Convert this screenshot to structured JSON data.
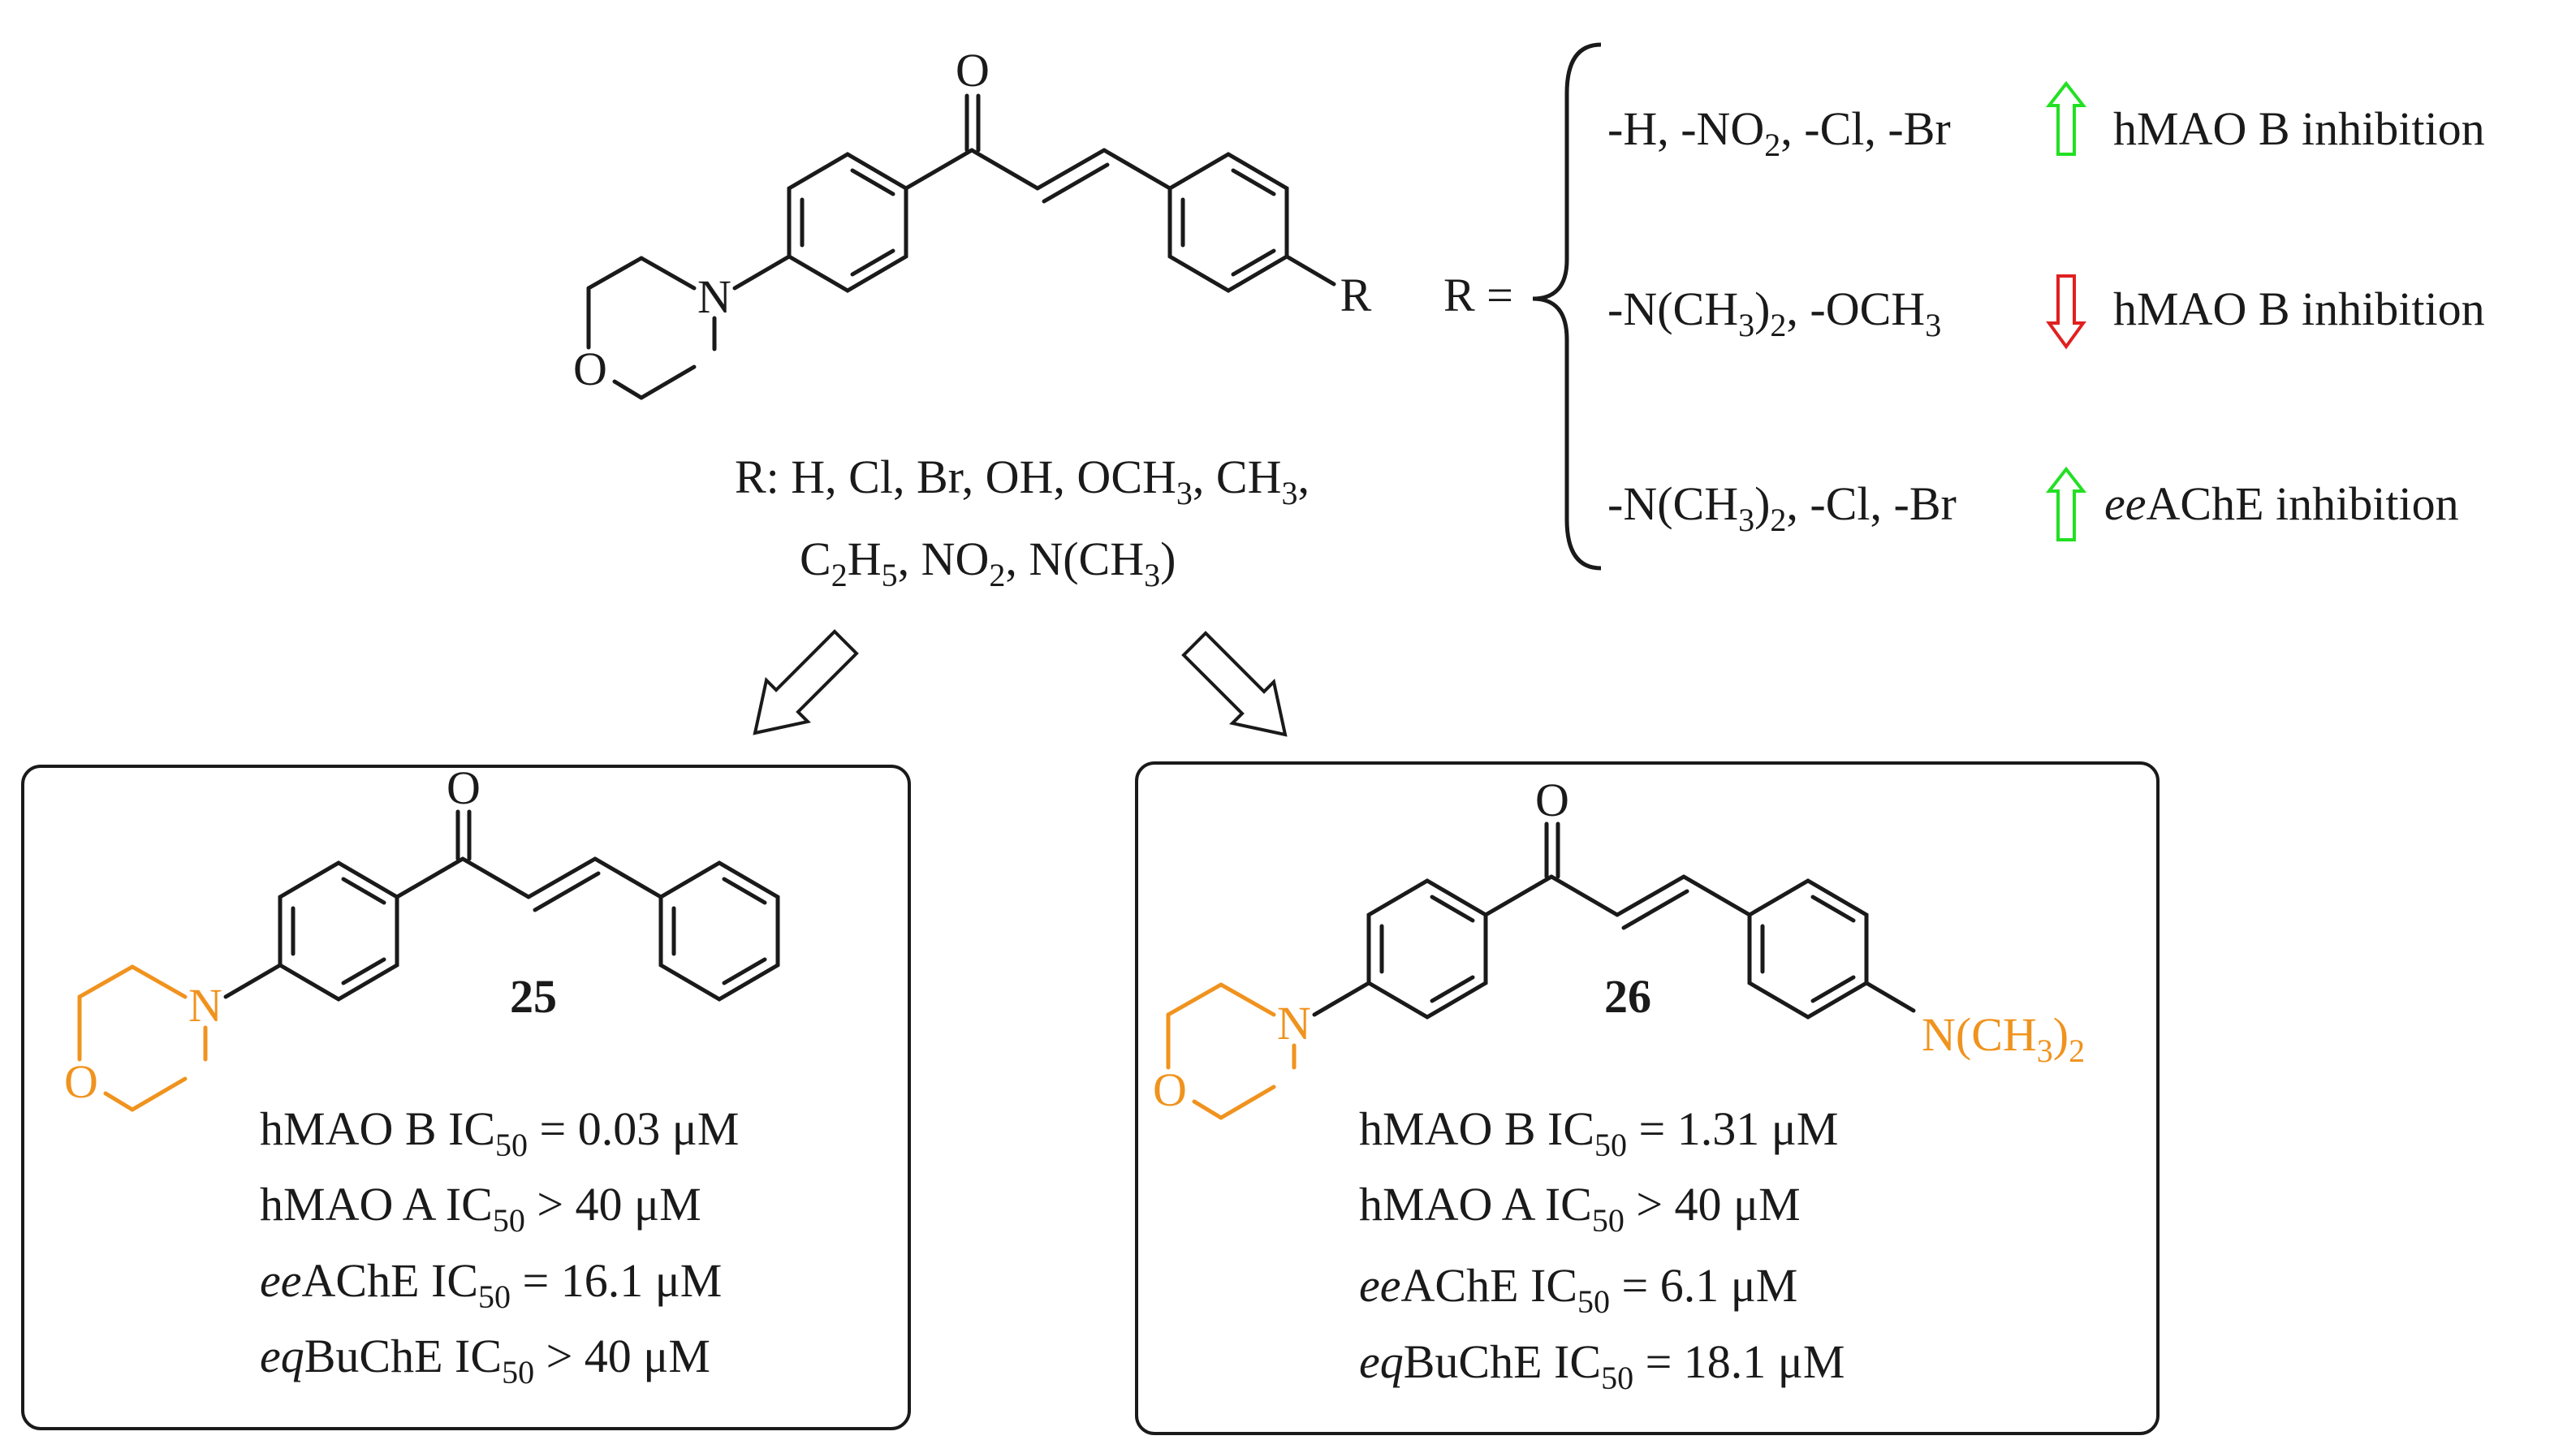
{
  "top_structure": {
    "atom_O": "O",
    "atom_N": "N",
    "atom_ring_O": "O",
    "atom_R": "R"
  },
  "r_list": {
    "line1_prefix": "R: H, Cl, Br, OH, OCH",
    "line1_sub": "3",
    "line1_tail": ", CH",
    "line1_sub2": "3",
    "line1_end": ",",
    "line2_a": "C",
    "line2_sub_a": "2",
    "line2_b": "H",
    "line2_sub_b": "5",
    "line2_c": ", NO",
    "line2_sub_c": "2",
    "line2_d": ", N(CH",
    "line2_sub_d": "3",
    "line2_e": ")"
  },
  "r_equals": "R =",
  "sar": [
    {
      "subst_a": "-H, -NO",
      "subst_sub": "2",
      "subst_b": ", -Cl, -Br",
      "direction": "up",
      "effect_italic": "",
      "effect": "hMAO B inhibition"
    },
    {
      "subst_a": "-N(CH",
      "subst_sub": "3",
      "subst_b": ")",
      "subst_sub2": "2",
      "subst_c": ", -OCH",
      "subst_sub3": "3",
      "direction": "down",
      "effect_italic": "",
      "effect": "hMAO B inhibition"
    },
    {
      "subst_a": "-N(CH",
      "subst_sub": "3",
      "subst_b": ")",
      "subst_sub2": "2",
      "subst_c": ", -Cl, -Br",
      "direction": "up",
      "effect_italic": "ee",
      "effect": "AChE inhibition"
    }
  ],
  "arrow_colors": {
    "up": "#22e022",
    "down": "#e02020",
    "highlight": "#f0931e"
  },
  "compound_25": {
    "number": "25",
    "atom_O": "O",
    "atom_N": "N",
    "atom_ring_O": "O",
    "rows": [
      {
        "italic": "",
        "name": "hMAO B IC",
        "sub": "50",
        "value": " = 0.03 μM"
      },
      {
        "italic": "",
        "name": "hMAO A IC",
        "sub": "50",
        "value": " > 40 μM"
      },
      {
        "italic": "ee",
        "name": "AChE IC",
        "sub": "50",
        "value": " = 16.1 μM"
      },
      {
        "italic": "eq",
        "name": "BuChE IC",
        "sub": "50",
        "value": " > 40 μM"
      }
    ]
  },
  "compound_26": {
    "number": "26",
    "atom_O": "O",
    "atom_N": "N",
    "atom_ring_O": "O",
    "amine_a": "N(CH",
    "amine_sub": "3",
    "amine_b": ")",
    "amine_sub2": "2",
    "rows": [
      {
        "italic": "",
        "name": "hMAO B IC",
        "sub": "50",
        "value": " = 1.31 μM"
      },
      {
        "italic": "",
        "name": "hMAO A IC",
        "sub": "50",
        "value": " > 40 μM"
      },
      {
        "italic": "ee",
        "name": "AChE IC",
        "sub": "50",
        "value": " = 6.1 μM"
      },
      {
        "italic": "eq",
        "name": "BuChE IC",
        "sub": "50",
        "value": " = 18.1 μM"
      }
    ]
  }
}
